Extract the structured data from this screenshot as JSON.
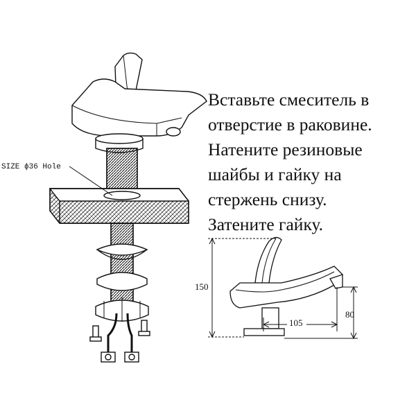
{
  "instructions": [
    "Вставьте смеситель в",
    "отверстие в раковине.",
    "Натените резиновые",
    "шайбы и гайку на",
    "стержень снизу.",
    "Затените гайку."
  ],
  "hole_label": "SIZE ϕ36 Hole",
  "dimensions": {
    "height": "150",
    "reach": "105",
    "spout_height": "80"
  }
}
